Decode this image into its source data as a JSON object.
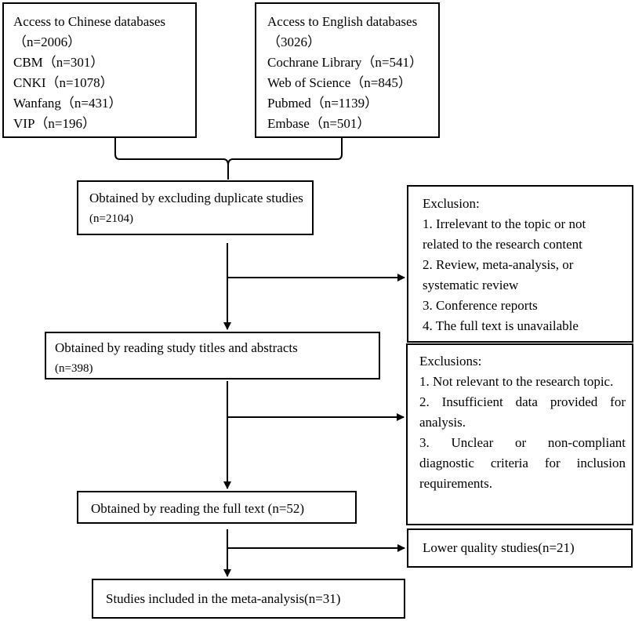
{
  "sources": {
    "chinese": {
      "title": "Access to Chinese databases",
      "total": "（n=2006）",
      "items": [
        "CBM（n=301）",
        "CNKI（n=1078）",
        "Wanfang（n=431）",
        "VIP（n=196）"
      ]
    },
    "english": {
      "title": "Access to English databases",
      "total": "（3026）",
      "items": [
        "Cochrane Library（n=541）",
        "Web of Science（n=845）",
        "Pubmed（n=1139）",
        "Embase（n=501）"
      ]
    }
  },
  "steps": {
    "dedup": {
      "line1": "Obtained by excluding duplicate studies",
      "line2": "(n=2104)"
    },
    "titles": {
      "line1": "Obtained by reading study titles and abstracts",
      "line2": "(n=398)"
    },
    "fulltext": {
      "line1": "Obtained by reading the full text (n=52)"
    },
    "included": {
      "line1": "Studies included in the meta-analysis(n=31)"
    }
  },
  "exclusions": {
    "first": {
      "title": "Exclusion:",
      "items": [
        "1. Irrelevant to the topic or not",
        "related to the research content",
        "2. Review, meta-analysis, or",
        "systematic review",
        "3. Conference reports",
        "4. The full text is unavailable"
      ]
    },
    "second": {
      "title": "Exclusions:",
      "items": [
        "1. Not relevant to the research topic.",
        "2. Insufficient data provided for analysis.",
        "3. Unclear or non-compliant diagnostic criteria for inclusion requirements."
      ]
    },
    "third": {
      "title": "Lower quality studies(n=21)"
    }
  }
}
